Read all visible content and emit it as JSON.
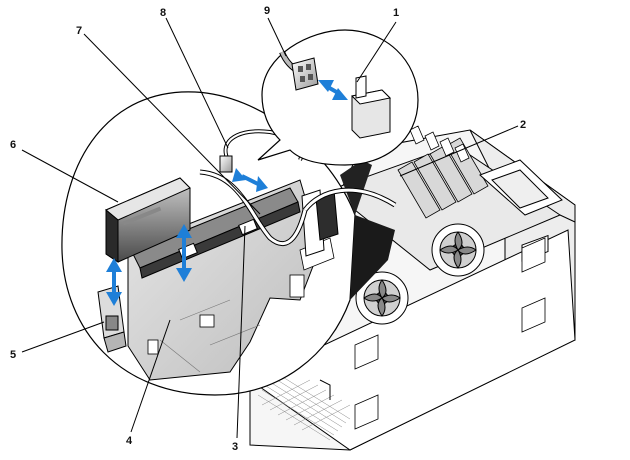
{
  "callouts": [
    {
      "id": "c1",
      "text": "1"
    },
    {
      "id": "c2",
      "text": "2"
    },
    {
      "id": "c3",
      "text": "3"
    },
    {
      "id": "c4",
      "text": "4"
    },
    {
      "id": "c5",
      "text": "5"
    },
    {
      "id": "c6",
      "text": "6"
    },
    {
      "id": "c7",
      "text": "7"
    },
    {
      "id": "c8",
      "text": "8"
    },
    {
      "id": "c9",
      "text": "9"
    }
  ],
  "colors": {
    "line": "#000000",
    "arrow": "#1e7fd8",
    "arrow_dark": "#1b5fa8",
    "panel": "#d9d9d9",
    "shadow": "#6e6e6e",
    "chassis": "#f2f2f2"
  }
}
